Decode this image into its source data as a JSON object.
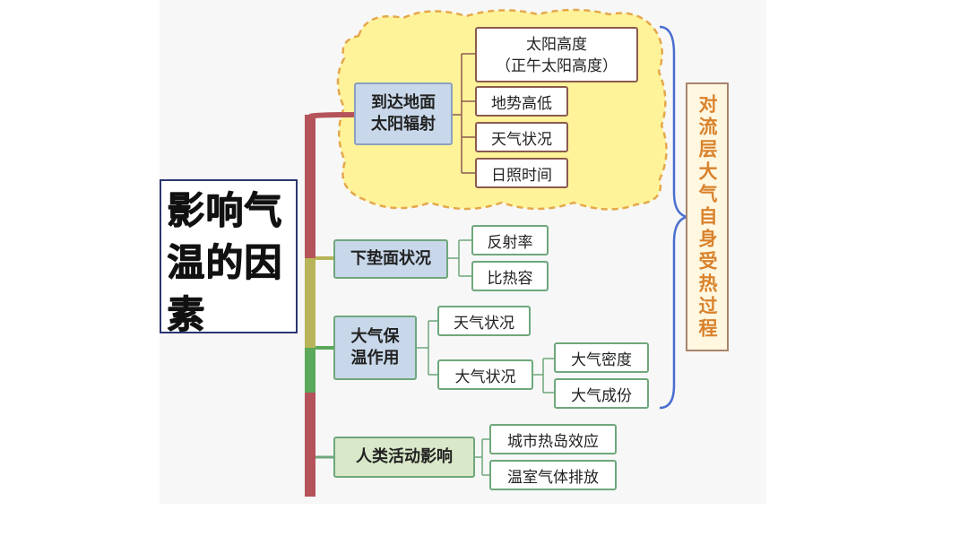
{
  "title": "影响气温的因素",
  "right_label": "对流层大气自身受热过程",
  "branches": {
    "radiation": {
      "label_line1": "到达地面",
      "label_line2": "太阳辐射",
      "leaf_solar_line1": "太阳高度",
      "leaf_solar_line2": "（正午太阳高度）",
      "leaf_terrain": "地势高低",
      "leaf_weather": "天气状况",
      "leaf_sunshine": "日照时间"
    },
    "surface": {
      "label": "下垫面状况",
      "leaf_albedo": "反射率",
      "leaf_heat": "比热容"
    },
    "insulation": {
      "label_line1": "大气保",
      "label_line2": "温作用",
      "leaf_weather": "天气状况",
      "leaf_atmos": "大气状况",
      "leaf_density": "大气密度",
      "leaf_composition": "大气成份"
    },
    "human": {
      "label": "人类活动影响",
      "leaf_urban": "城市热岛效应",
      "leaf_greenhouse": "温室气体排放"
    }
  },
  "colors": {
    "trunk": "#b5535a",
    "trunk_mid": "#b8b45a",
    "trunk_green": "#5aa85a",
    "cloud_fill": "#fff39a",
    "cloud_border": "#e5a84a",
    "brace": "#4b6fd0"
  }
}
